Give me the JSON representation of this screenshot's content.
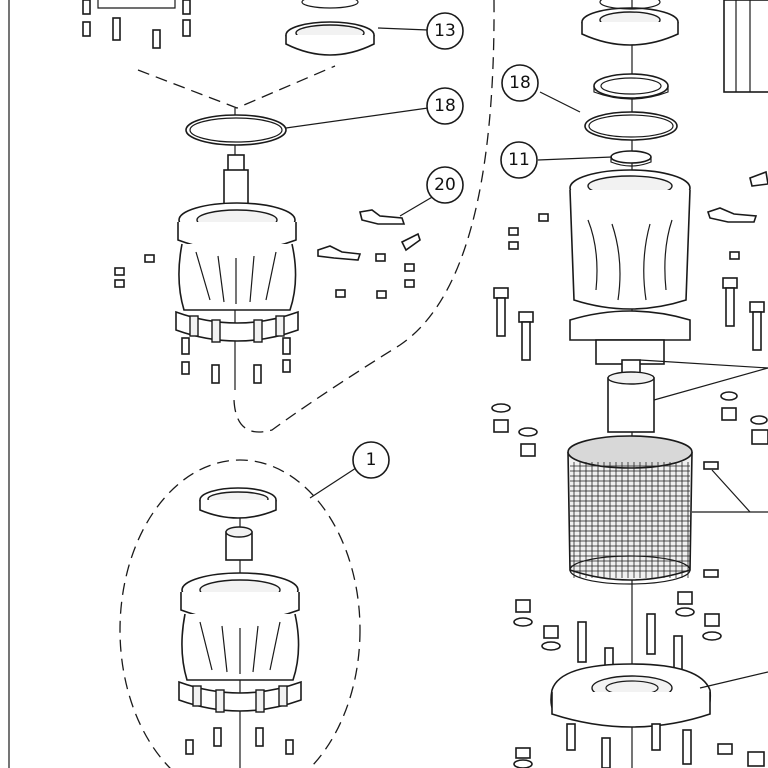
{
  "diagram": {
    "callouts": [
      {
        "id": "c13",
        "label": "13"
      },
      {
        "id": "c18a",
        "label": "18"
      },
      {
        "id": "c20",
        "label": "20"
      },
      {
        "id": "c1",
        "label": "1"
      },
      {
        "id": "c18b",
        "label": "18"
      },
      {
        "id": "c11",
        "label": "11"
      }
    ]
  }
}
